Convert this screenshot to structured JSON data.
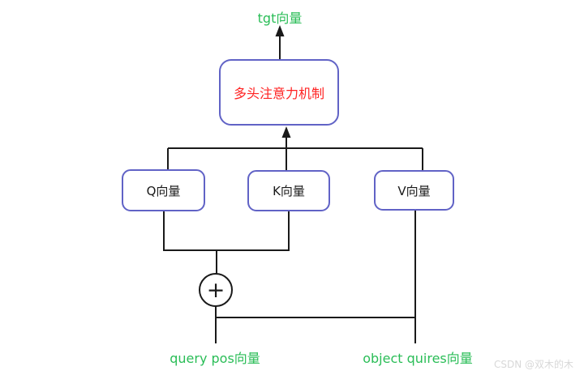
{
  "diagram": {
    "output_label": "tgt向量",
    "attention_label": "多头注意力机制",
    "q_label": "Q向量",
    "k_label": "K向量",
    "v_label": "V向量",
    "plus_symbol": "+",
    "input_left": "query pos向量",
    "input_right": "object quires向量"
  },
  "watermark": "CSDN @双木的木",
  "colors": {
    "accent_green": "#2abd57",
    "accent_red": "#ff2222",
    "box_border": "#6163c6",
    "line": "#1a1a1a",
    "watermark": "#d8d8d8"
  }
}
